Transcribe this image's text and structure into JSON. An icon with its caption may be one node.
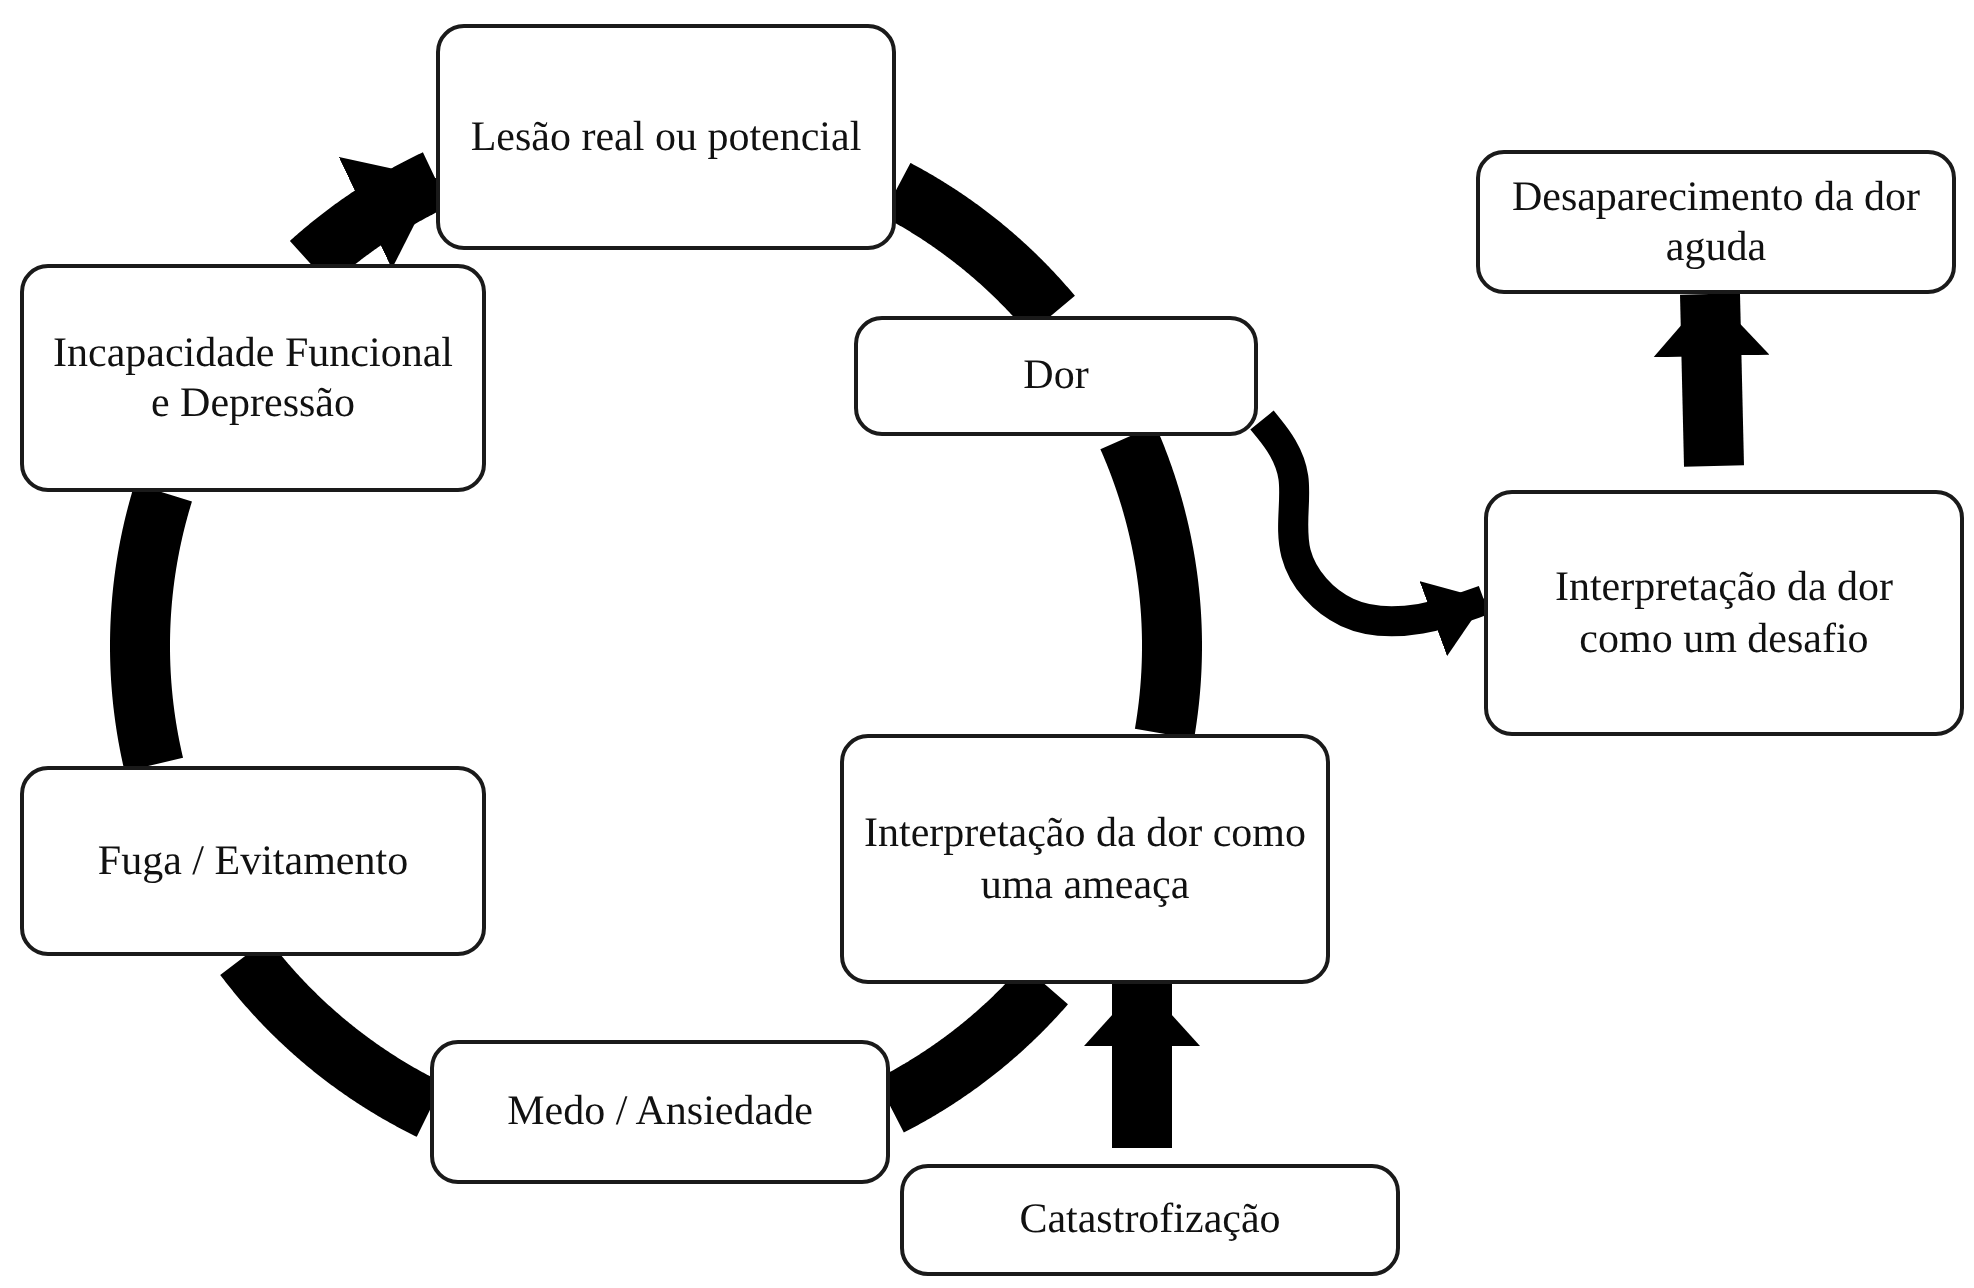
{
  "diagram": {
    "nodes": [
      {
        "text": [
          "Lesão real ou potencial"
        ]
      },
      {
        "text": [
          "Dor"
        ]
      },
      {
        "text": [
          "Interpretação da dor como uma ameaça"
        ]
      },
      {
        "text": [
          "Medo / Ansiedade"
        ]
      },
      {
        "text": [
          "Fuga / Evitamento"
        ]
      },
      {
        "text": [
          "Incapacidade Funcional e Depressão"
        ]
      },
      {
        "text": [
          "Catastrofização"
        ]
      },
      {
        "text": [
          "Interpretação da dor como um desafio"
        ]
      },
      {
        "text": [
          "Desaparecimento da dor aguda"
        ]
      }
    ],
    "edges": [
      {
        "from": 0,
        "to": 1,
        "arrow": "none"
      },
      {
        "from": 1,
        "to": 2,
        "arrow": "none"
      },
      {
        "from": 2,
        "to": 3,
        "arrow": "none"
      },
      {
        "from": 3,
        "to": 4,
        "arrow": "none"
      },
      {
        "from": 4,
        "to": 5,
        "arrow": "none"
      },
      {
        "from": 5,
        "to": 0,
        "arrow": "to"
      },
      {
        "from": 1,
        "to": 7,
        "arrow": "to"
      },
      {
        "from": 7,
        "to": 8,
        "arrow": "to"
      },
      {
        "from": 6,
        "to": 2,
        "arrow": "to"
      }
    ]
  }
}
